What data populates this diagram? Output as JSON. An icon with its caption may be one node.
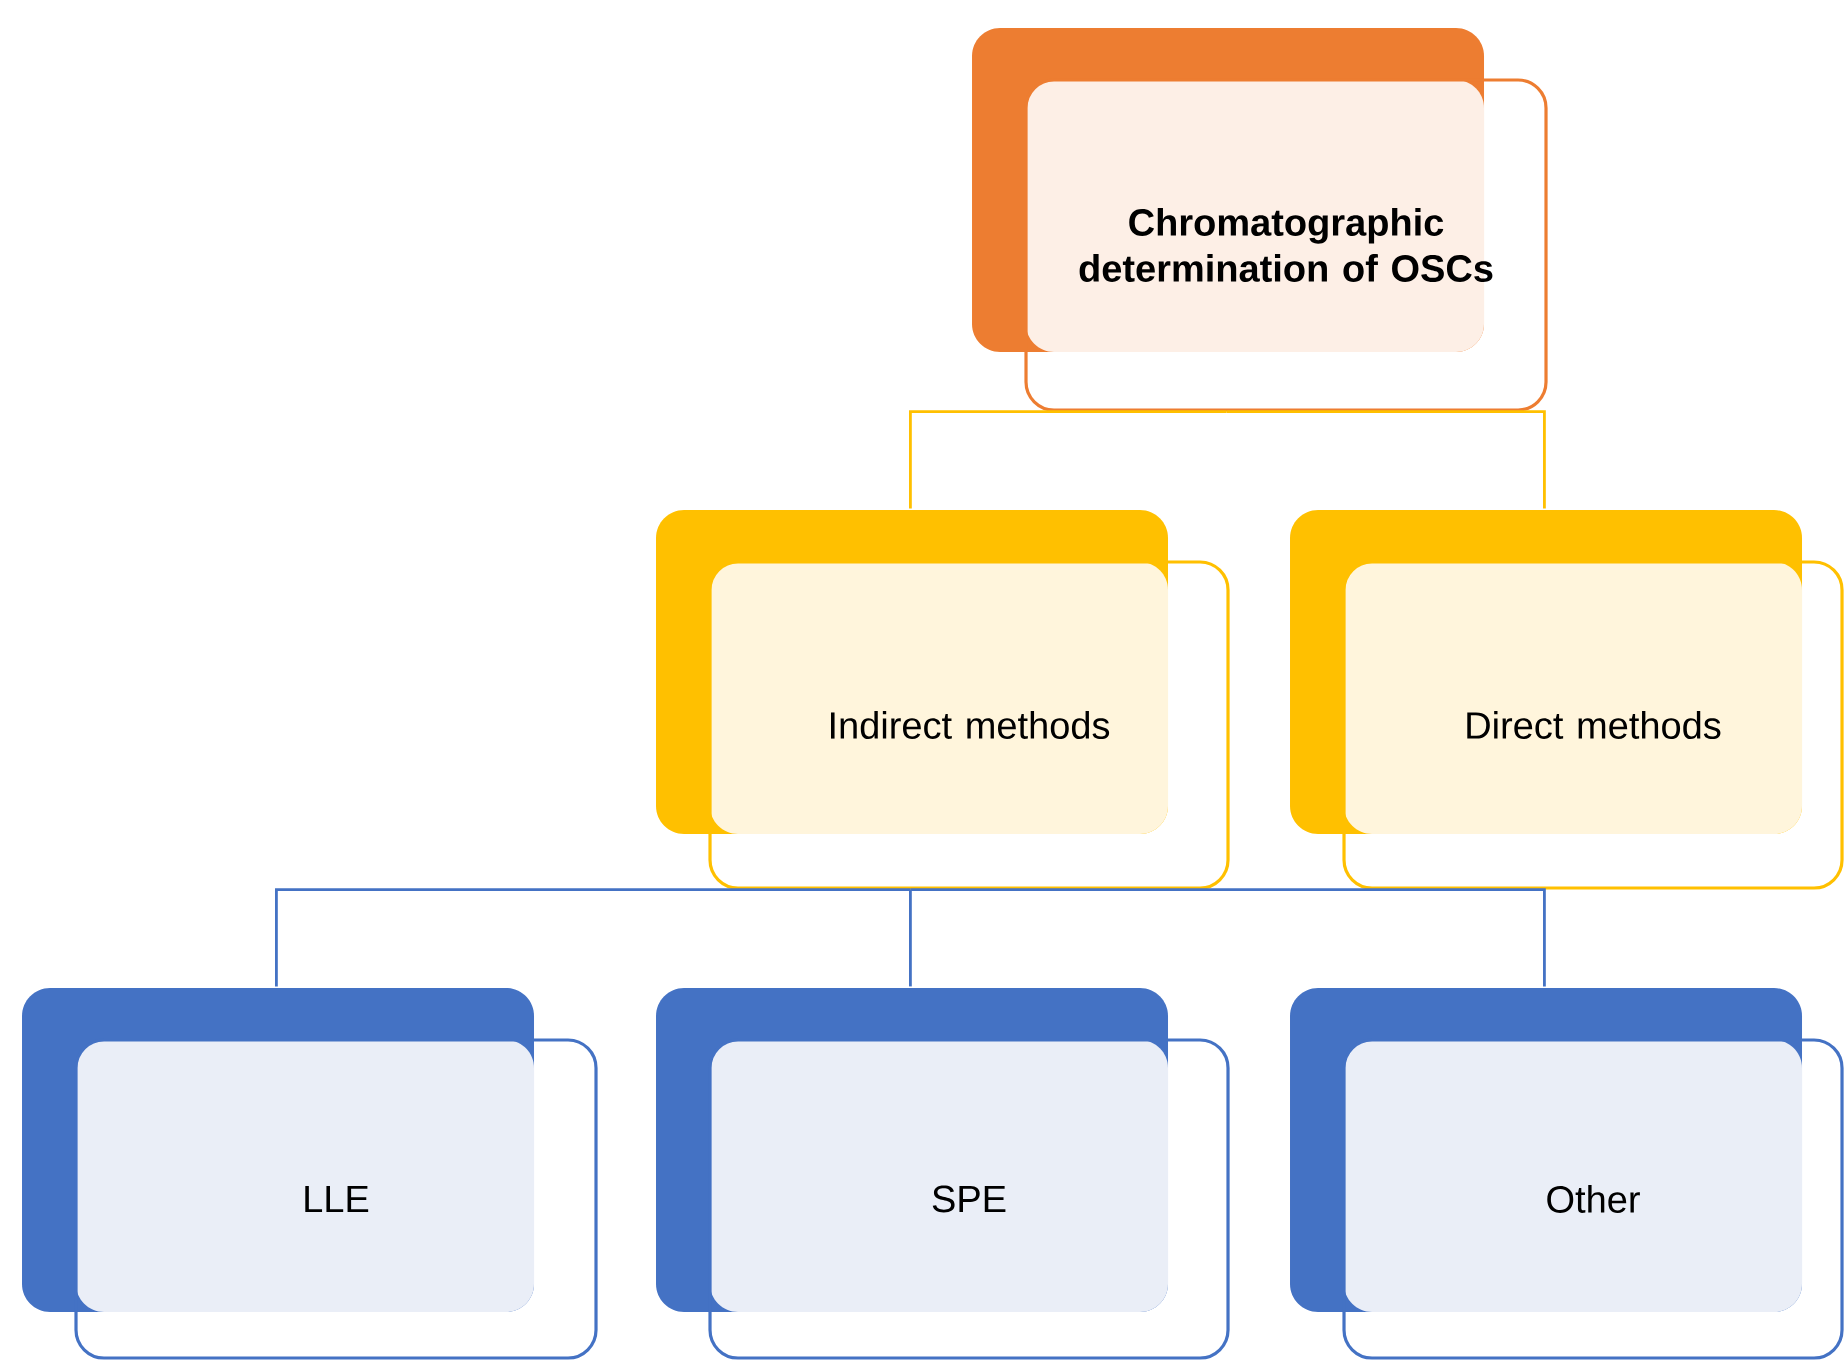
{
  "diagram": {
    "nodes": [
      {
        "text": [
          "Chromatographic determination of OSCs"
        ]
      },
      {
        "text": [
          "Indirect methods"
        ]
      },
      {
        "text": [
          "Direct methods"
        ]
      },
      {
        "text": [
          "LLE"
        ]
      },
      {
        "text": [
          "SPE"
        ]
      },
      {
        "text": [
          "Other"
        ]
      }
    ],
    "edges": [
      {
        "from": 0,
        "to": 1,
        "arrow": "none",
        "color": "#ffc000"
      },
      {
        "from": 0,
        "to": 2,
        "arrow": "none",
        "color": "#ffc000"
      },
      {
        "from": 1,
        "to": 3,
        "arrow": "none"
      },
      {
        "from": 1,
        "to": 4,
        "arrow": "none"
      },
      {
        "from": 1,
        "to": 5,
        "arrow": "none"
      }
    ]
  }
}
